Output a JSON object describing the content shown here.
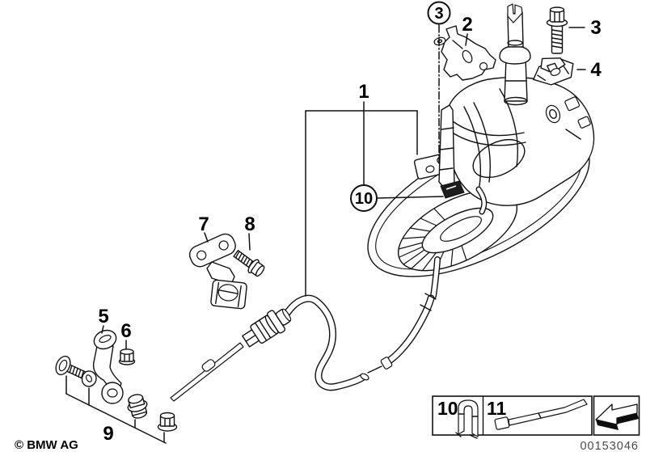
{
  "diagram": {
    "callouts": {
      "c1": "1",
      "c2": "2",
      "c3_circle": "3",
      "c3": "3",
      "c4": "4",
      "c5": "5",
      "c6": "6",
      "c7": "7",
      "c8": "8",
      "c9": "9",
      "c10_circle": "10"
    },
    "legend": {
      "n10": "10",
      "n11": "11"
    },
    "icons": {
      "legend_10": "retaining-clip-icon",
      "legend_11": "cable-tie-icon",
      "legend_arrow": "direction-arrow-icon"
    },
    "colors": {
      "background": "#ffffff",
      "line": "#111111",
      "image_number_text": "#4a4a4a"
    },
    "footer": {
      "copyright": "© BMW AG",
      "image_number": "00153046"
    }
  }
}
